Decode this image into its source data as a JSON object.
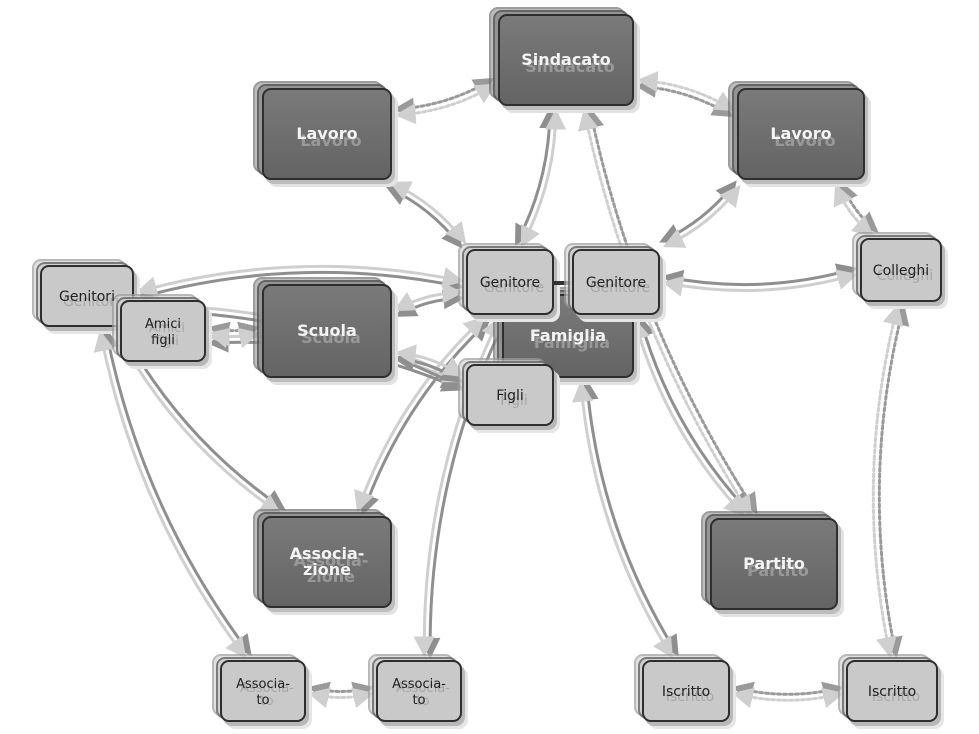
{
  "colors": {
    "dark_node": "#6e6e6e",
    "light_node": "#c9c9c9",
    "edge_solid": "#8f8f8f",
    "edge_light": "#cfcfcf",
    "edge_dotted": "#9a9a9a"
  },
  "nodes": {
    "sindacato": {
      "label": "Sindacato",
      "ghost": "Sindacato"
    },
    "lavoro_left": {
      "label": "Lavoro",
      "ghost": "Lavoro"
    },
    "lavoro_right": {
      "label": "Lavoro",
      "ghost": "Lavoro"
    },
    "genitori": {
      "label": "Genitori",
      "ghost": "Genitori"
    },
    "amici_figli": {
      "label": "Amici\nfigli",
      "ghost": "Amici\nfigli"
    },
    "scuola": {
      "label": "Scuola",
      "ghost": "Scuola"
    },
    "genitore_left": {
      "label": "Genitore",
      "ghost": "Genitore"
    },
    "genitore_right": {
      "label": "Genitore",
      "ghost": "Genitore"
    },
    "famiglia": {
      "label": "Famiglia",
      "ghost": "Famiglia"
    },
    "figli": {
      "label": "Figli",
      "ghost": "Figli"
    },
    "colleghi": {
      "label": "Colleghi",
      "ghost": "Colleghi"
    },
    "associazione": {
      "label": "Associa-\nzione",
      "ghost": "Associa-\nzione"
    },
    "partito": {
      "label": "Partito",
      "ghost": "Partito"
    },
    "associato_left": {
      "label": "Associa-\nto",
      "ghost": "Associa-\nto"
    },
    "associato_right": {
      "label": "Associa-\nto",
      "ghost": "Associa-\nto"
    },
    "iscritto_left": {
      "label": "Iscritto",
      "ghost": "Iscritto"
    },
    "iscritto_right": {
      "label": "Iscritto",
      "ghost": "Iscritto"
    }
  },
  "edges": [
    {
      "from": "genitore_left",
      "to": "lavoro_left",
      "style": "solid"
    },
    {
      "from": "genitore_left",
      "to": "sindacato",
      "style": "solid"
    },
    {
      "from": "genitore_right",
      "to": "lavoro_right",
      "style": "solid"
    },
    {
      "from": "genitore_right",
      "to": "colleghi",
      "style": "solid"
    },
    {
      "from": "genitore_left",
      "to": "genitori",
      "style": "solid"
    },
    {
      "from": "genitore_left",
      "to": "scuola",
      "style": "solid"
    },
    {
      "from": "genitore_left",
      "to": "associazione",
      "style": "solid"
    },
    {
      "from": "genitore_left",
      "to": "associato_right",
      "style": "solid"
    },
    {
      "from": "figli",
      "to": "amici_figli",
      "style": "solid"
    },
    {
      "from": "figli",
      "to": "genitori",
      "style": "solid"
    },
    {
      "from": "figli",
      "to": "scuola",
      "style": "solid"
    },
    {
      "from": "genitore_right",
      "to": "partito",
      "style": "solid"
    },
    {
      "from": "famiglia",
      "to": "iscritto_left",
      "style": "solid"
    },
    {
      "from": "genitori",
      "to": "associazione",
      "style": "solid"
    },
    {
      "from": "genitori",
      "to": "associato_left",
      "style": "solid"
    },
    {
      "from": "lavoro_left",
      "to": "sindacato",
      "style": "dotted"
    },
    {
      "from": "lavoro_right",
      "to": "sindacato",
      "style": "dotted"
    },
    {
      "from": "sindacato",
      "to": "partito",
      "style": "dotted"
    },
    {
      "from": "lavoro_right",
      "to": "colleghi",
      "style": "dotted"
    },
    {
      "from": "colleghi",
      "to": "iscritto_right",
      "style": "dotted"
    },
    {
      "from": "amici_figli",
      "to": "scuola",
      "style": "dotted"
    },
    {
      "from": "associato_left",
      "to": "associato_right",
      "style": "dotted"
    },
    {
      "from": "iscritto_left",
      "to": "iscritto_right",
      "style": "dotted"
    }
  ]
}
